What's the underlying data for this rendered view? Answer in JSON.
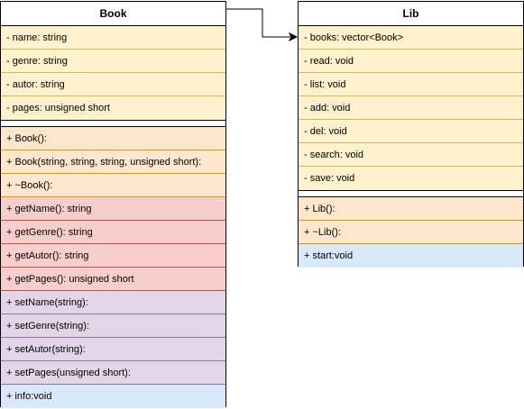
{
  "book": {
    "title": "Book",
    "fields": [
      "- name: string",
      "- genre: string",
      "- autor: string",
      "- pages: unsigned short"
    ],
    "constructors": [
      "+ Book():",
      "+ Book(string, string, string, unsigned short):",
      "+ ~Book():"
    ],
    "getters": [
      "+ getName(): string",
      "+ getGenre(): string",
      "+ getAutor(): string",
      "+ getPages(): unsigned short"
    ],
    "setters": [
      "+ setName(string):",
      "+ setGenre(string):",
      "+ setAutor(string):",
      "+ setPages(unsigned short):"
    ],
    "other": [
      "+ info:void"
    ]
  },
  "lib": {
    "title": "Lib",
    "fields": [
      "- books: vector<Book>",
      "- read: void",
      "- list: void",
      "- add: void",
      "- del: void",
      "- search: void",
      "- save: void"
    ],
    "constructors": [
      "+ Lib():",
      "+ ~Lib():"
    ],
    "other": [
      "+ start:void"
    ]
  },
  "colors": {
    "field_fill": "#fff2cc",
    "constructor_fill": "#ffe6cc",
    "getter_fill": "#f8cecc",
    "setter_fill": "#e1d5e7",
    "method_fill": "#dae8fc"
  }
}
